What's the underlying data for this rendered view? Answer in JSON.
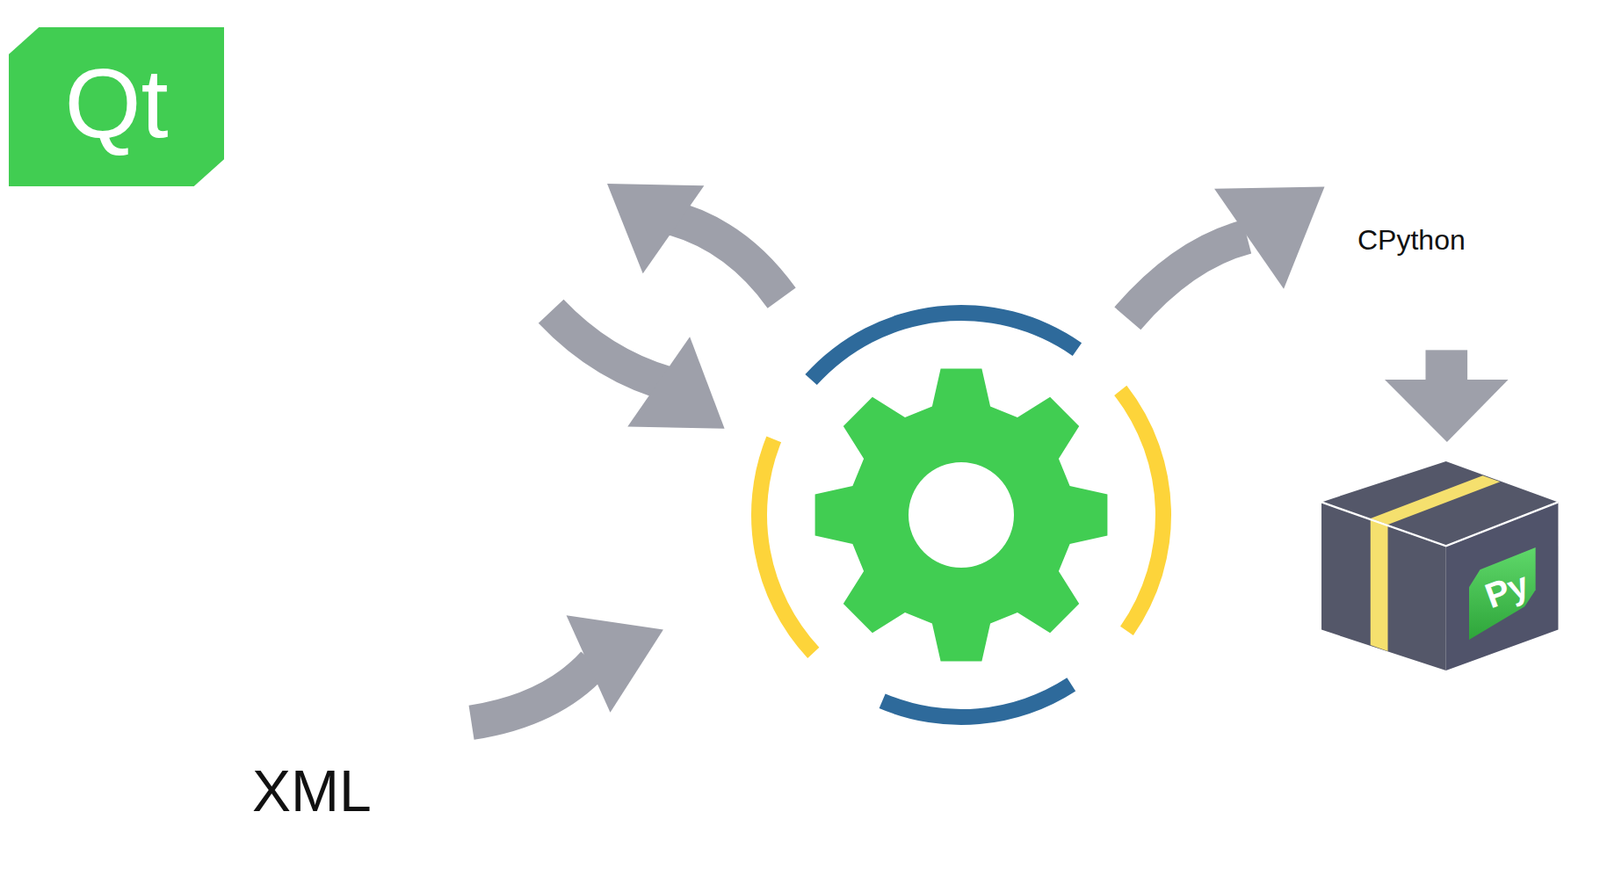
{
  "diagram": {
    "nodes": [
      {
        "text": [
          "Qt"
        ]
      },
      {
        "text": [
          "Py"
        ]
      }
    ],
    "labels": [
      "CPython",
      "XML"
    ]
  }
}
